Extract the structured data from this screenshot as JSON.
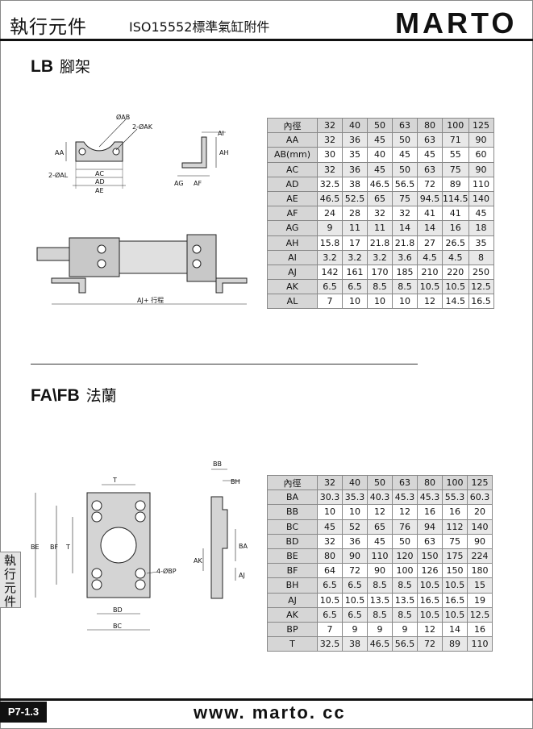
{
  "header": {
    "title": "執行元件",
    "subtitle": "ISO15552標準氣缸附件",
    "brand": "MARTO"
  },
  "section_lb": {
    "code": "LB",
    "name": "腳架",
    "drawing_labels": {
      "oab": "ØAB",
      "oak": "2-ØAK",
      "aa": "AA",
      "oal": "2-ØAL",
      "ac": "AC",
      "ad": "AD",
      "ae": "AE",
      "ai": "AI",
      "ah": "AH",
      "ag": "AG",
      "af": "AF",
      "aj": "AJ+ 行程"
    },
    "table": {
      "header": [
        "內徑",
        "32",
        "40",
        "50",
        "63",
        "80",
        "100",
        "125"
      ],
      "rows": [
        [
          "AA",
          "32",
          "36",
          "45",
          "50",
          "63",
          "71",
          "90"
        ],
        [
          "AB(mm)",
          "30",
          "35",
          "40",
          "45",
          "45",
          "55",
          "60"
        ],
        [
          "AC",
          "32",
          "36",
          "45",
          "50",
          "63",
          "75",
          "90"
        ],
        [
          "AD",
          "32.5",
          "38",
          "46.5",
          "56.5",
          "72",
          "89",
          "110"
        ],
        [
          "AE",
          "46.5",
          "52.5",
          "65",
          "75",
          "94.5",
          "114.5",
          "140"
        ],
        [
          "AF",
          "24",
          "28",
          "32",
          "32",
          "41",
          "41",
          "45"
        ],
        [
          "AG",
          "9",
          "11",
          "11",
          "14",
          "14",
          "16",
          "18"
        ],
        [
          "AH",
          "15.8",
          "17",
          "21.8",
          "21.8",
          "27",
          "26.5",
          "35"
        ],
        [
          "AI",
          "3.2",
          "3.2",
          "3.2",
          "3.6",
          "4.5",
          "4.5",
          "8"
        ],
        [
          "AJ",
          "142",
          "161",
          "170",
          "185",
          "210",
          "220",
          "250"
        ],
        [
          "AK",
          "6.5",
          "6.5",
          "8.5",
          "8.5",
          "10.5",
          "10.5",
          "12.5"
        ],
        [
          "AL",
          "7",
          "10",
          "10",
          "10",
          "12",
          "14.5",
          "16.5"
        ]
      ]
    }
  },
  "section_fa": {
    "code": "FA\\FB",
    "name": "法蘭",
    "drawing_labels": {
      "t": "T",
      "be": "BE",
      "bf": "BF",
      "t_side": "T",
      "obp": "4-ØBP",
      "bd": "BD",
      "bc": "BC",
      "bb": "BB",
      "bh": "BH",
      "ba": "BA",
      "ak": "AK",
      "aj": "AJ"
    },
    "table": {
      "header": [
        "內徑",
        "32",
        "40",
        "50",
        "63",
        "80",
        "100",
        "125"
      ],
      "rows": [
        [
          "BA",
          "30.3",
          "35.3",
          "40.3",
          "45.3",
          "45.3",
          "55.3",
          "60.3"
        ],
        [
          "BB",
          "10",
          "10",
          "12",
          "12",
          "16",
          "16",
          "20"
        ],
        [
          "BC",
          "45",
          "52",
          "65",
          "76",
          "94",
          "112",
          "140"
        ],
        [
          "BD",
          "32",
          "36",
          "45",
          "50",
          "63",
          "75",
          "90"
        ],
        [
          "BE",
          "80",
          "90",
          "110",
          "120",
          "150",
          "175",
          "224"
        ],
        [
          "BF",
          "64",
          "72",
          "90",
          "100",
          "126",
          "150",
          "180"
        ],
        [
          "BH",
          "6.5",
          "6.5",
          "8.5",
          "8.5",
          "10.5",
          "10.5",
          "15"
        ],
        [
          "AJ",
          "10.5",
          "10.5",
          "13.5",
          "13.5",
          "16.5",
          "16.5",
          "19"
        ],
        [
          "AK",
          "6.5",
          "6.5",
          "8.5",
          "8.5",
          "10.5",
          "10.5",
          "12.5"
        ],
        [
          "BP",
          "7",
          "9",
          "9",
          "9",
          "12",
          "14",
          "16"
        ],
        [
          "T",
          "32.5",
          "38",
          "46.5",
          "56.5",
          "72",
          "89",
          "110"
        ]
      ]
    }
  },
  "side_tab": [
    "執",
    "行",
    "元",
    "件"
  ],
  "footer": {
    "page": "P7-1.3",
    "url": "www. marto. cc"
  }
}
